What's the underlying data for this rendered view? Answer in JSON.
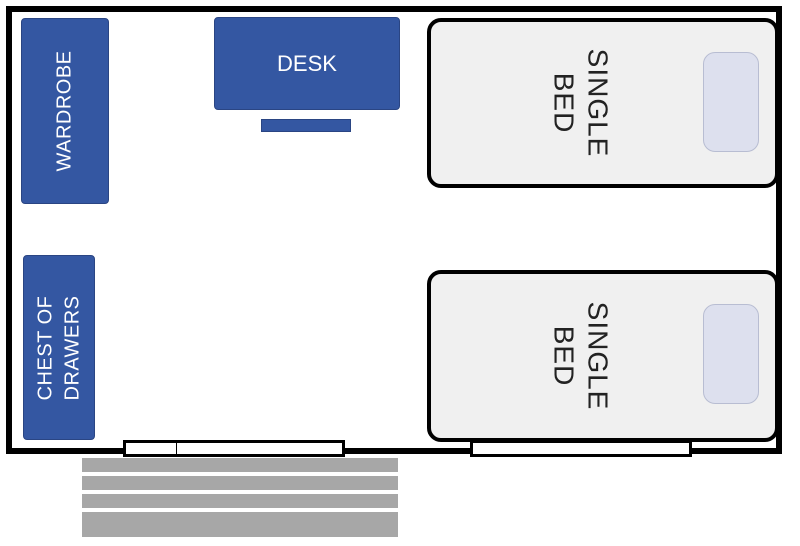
{
  "furniture": {
    "wardrobe": "WARDROBE",
    "chest_line1": "CHEST OF",
    "chest_line2": "DRAWERS",
    "desk": "DESK",
    "bed1_line1": "SINGLE",
    "bed1_line2": "BED",
    "bed2_line1": "SINGLE",
    "bed2_line2": "BED"
  },
  "colors": {
    "furniture_blue": "#3457a2",
    "bed_fill": "#f0f0f0",
    "pillow": "#dde0ee",
    "steps": "#a7a7a7"
  }
}
